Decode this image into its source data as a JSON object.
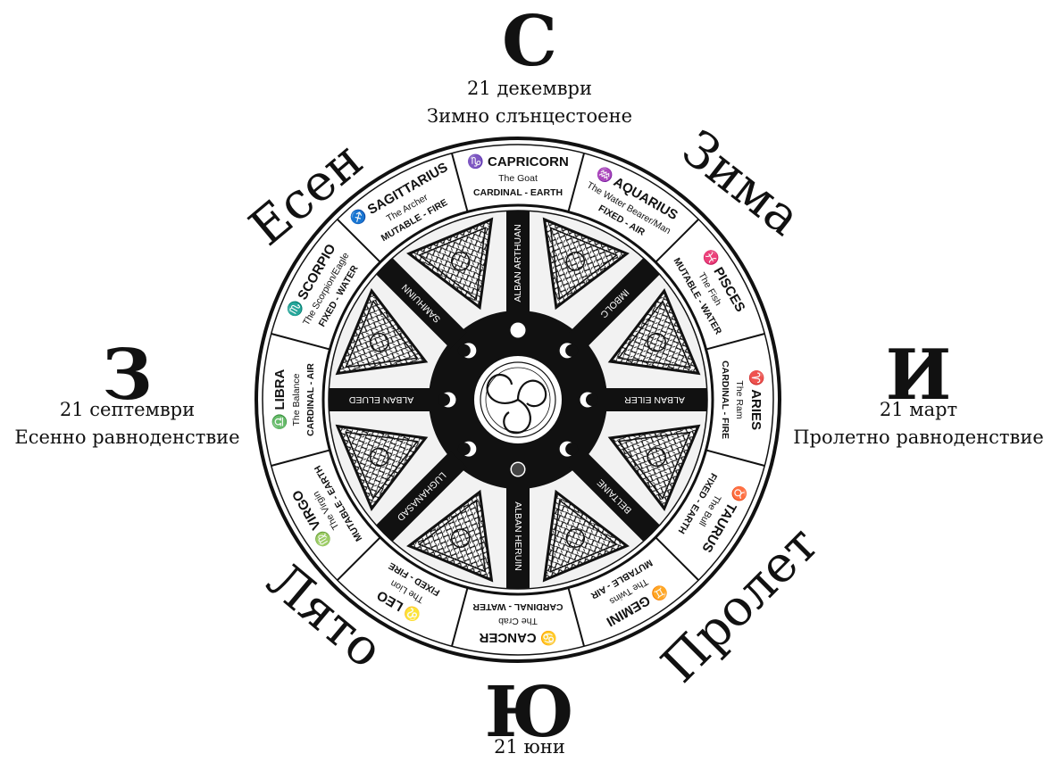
{
  "directions": {
    "north": {
      "letter": "С",
      "date": "21 декември",
      "event": "Зимно слънцестоене"
    },
    "east": {
      "letter": "И",
      "date": "21 март",
      "event": "Пролетно равноденствие"
    },
    "west": {
      "letter": "З",
      "date": "21 септември",
      "event": "Есенно равноденствие"
    },
    "south": {
      "letter": "Ю",
      "date": "21 юни"
    }
  },
  "seasons": {
    "winter": "Зима",
    "autumn": "Есен",
    "spring": "Пролет",
    "summer": "Лято"
  },
  "zodiac": [
    {
      "id": "capricorn",
      "symbol": "♑",
      "name": "CAPRICORN",
      "line1": "The Goat",
      "line2": "CARDINAL - EARTH"
    },
    {
      "id": "aquarius",
      "symbol": "♒",
      "name": "AQUARIUS",
      "line1": "The Water Bearer/Man",
      "line2": "FIXED - AIR"
    },
    {
      "id": "pisces",
      "symbol": "♓",
      "name": "PISCES",
      "line1": "The Fish",
      "line2": "MUTABLE - WATER"
    },
    {
      "id": "aries",
      "symbol": "♈",
      "name": "ARIES",
      "line1": "The Ram",
      "line2": "CARDINAL - FIRE"
    },
    {
      "id": "taurus",
      "symbol": "♉",
      "name": "TAURUS",
      "line1": "The Bull",
      "line2": "FIXED - EARTH"
    },
    {
      "id": "gemini",
      "symbol": "♊",
      "name": "GEMINI",
      "line1": "The Twins",
      "line2": "MUTABLE - AIR"
    },
    {
      "id": "cancer",
      "symbol": "♋",
      "name": "CANCER",
      "line1": "The Crab",
      "line2": "CARDINAL - WATER"
    },
    {
      "id": "leo",
      "symbol": "♌",
      "name": "LEO",
      "line1": "The Lion",
      "line2": "FIXED - FIRE"
    },
    {
      "id": "virgo",
      "symbol": "♍",
      "name": "VIRGO",
      "line1": "The Virgin",
      "line2": "MUTABLE - EARTH"
    },
    {
      "id": "libra",
      "symbol": "♎",
      "name": "LIBRA",
      "line1": "The Balance",
      "line2": "CARDINAL - AIR"
    },
    {
      "id": "scorpio",
      "symbol": "♏",
      "name": "SCORPIO",
      "line1": "The Scorpion/Eagle",
      "line2": "FIXED - WATER"
    },
    {
      "id": "sagittarius",
      "symbol": "♐",
      "name": "SAGITTARIUS",
      "line1": "The Archer",
      "line2": "MUTABLE - FIRE"
    }
  ],
  "festivals": [
    {
      "id": "alban-arthuan",
      "label": "ALBAN ARTHUAN"
    },
    {
      "id": "imbolc",
      "label": "IMBOLC"
    },
    {
      "id": "alban-eiler",
      "label": "ALBAN EILER"
    },
    {
      "id": "beltaine",
      "label": "BELTAINE"
    },
    {
      "id": "alban-heruin",
      "label": "ALBAN HERUIN"
    },
    {
      "id": "lughnasad",
      "label": "LUGHANASAD"
    },
    {
      "id": "alban-elued",
      "label": "ALBAN ELUED"
    },
    {
      "id": "samhuinn",
      "label": "SAMHUINN"
    }
  ],
  "colors": {
    "ink": "#111111",
    "paper": "#ffffff",
    "knot_fill": "#e8e8e8"
  }
}
